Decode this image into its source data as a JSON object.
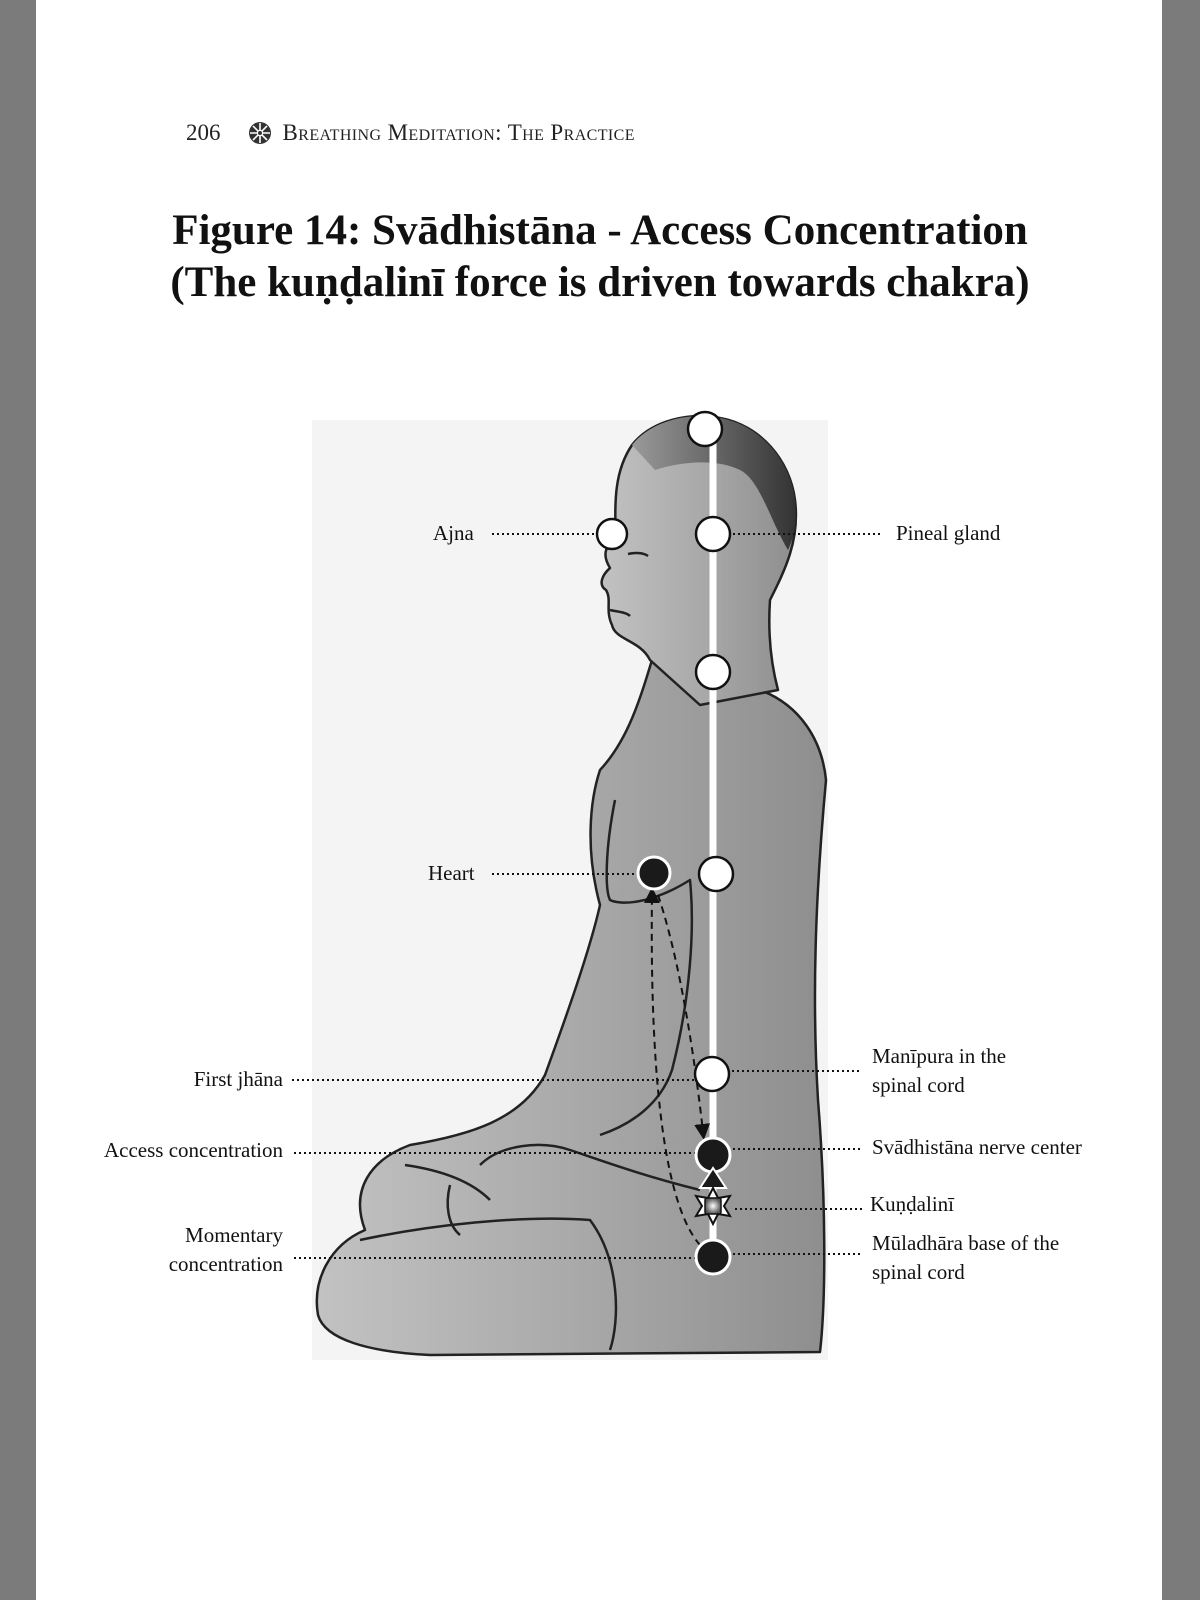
{
  "header": {
    "page_number": "206",
    "ornament_icon": "dharma-wheel-icon",
    "section_title": "Breathing Meditation: The Practice"
  },
  "figure": {
    "title_line1": "Figure 14: Svādhistāna - Access Concentration",
    "title_line2": "(The kuṇḍalinī force is driven towards chakra)"
  },
  "labels": {
    "ajna": "Ajna",
    "pineal_gland": "Pineal gland",
    "heart": "Heart",
    "first_jhana": "First jhāna",
    "access_concentration": "Access concentration",
    "momentary_line1": "Momentary",
    "momentary_line2": "concentration",
    "manipura_line1": "Manīpura in the",
    "manipura_line2": "spinal cord",
    "svadhistana": "Svādhistāna nerve center",
    "kundalini": "Kuṇḍalinī",
    "muladhara_line1": "Mūladhāra base of the",
    "muladhara_line2": "spinal cord"
  },
  "colors": {
    "page": "#ffffff",
    "background": "#7b7b7b",
    "body_fill": "#a9a9a9",
    "spine": "#ffffff",
    "active_node": "#1a1a1a",
    "open_node": "#ffffff"
  }
}
